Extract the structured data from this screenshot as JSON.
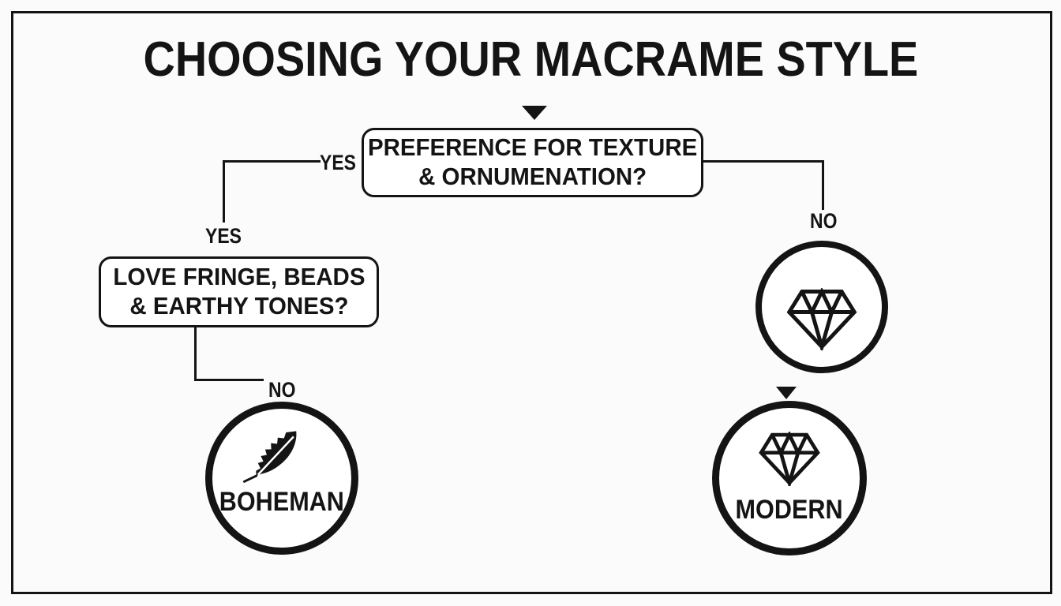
{
  "colors": {
    "ink": "#141414",
    "background": "#fbfbfb",
    "node_fill": "#ffffff"
  },
  "title": "CHOOSING YOUR MACRAME STYLE",
  "flow": {
    "root_question": {
      "line1": "PREFERENCE FOR TEXTURE",
      "line2": "& ORNUMENATION?"
    },
    "root_yes_label": "YES",
    "left_branch": {
      "yes_label": "YES",
      "question": {
        "line1": "LOVE FRINGE, BEADS",
        "line2": "& EARTHY TONES?"
      },
      "no_label": "NO",
      "result": {
        "label": "BOHEMAN",
        "icon": "feather-icon"
      }
    },
    "right_branch": {
      "no_label": "NO",
      "node": {
        "icon": "diamond-icon"
      },
      "result": {
        "label": "MODERN",
        "icon": "diamond-icon"
      }
    }
  }
}
